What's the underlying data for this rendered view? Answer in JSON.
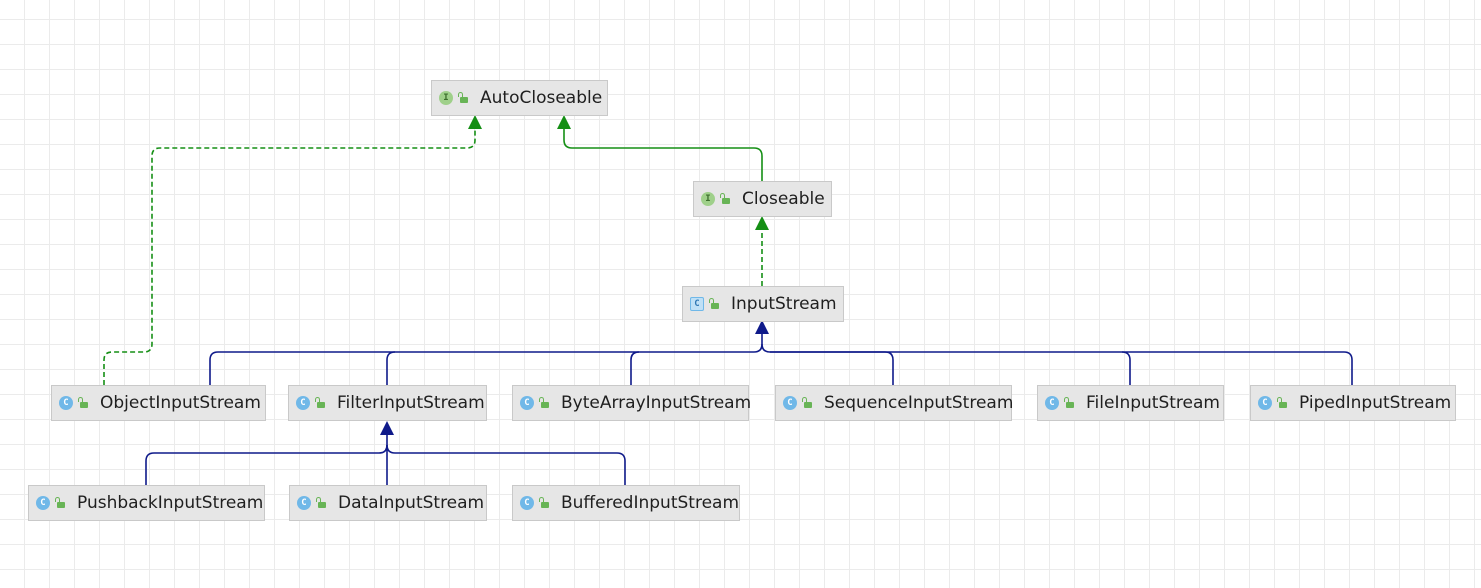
{
  "diagram": {
    "nodes": {
      "autocloseable": {
        "label": "AutoCloseable",
        "kind": "interface",
        "kind_glyph": "I",
        "visibility_icon": "unlock-icon"
      },
      "closeable": {
        "label": "Closeable",
        "kind": "interface",
        "kind_glyph": "I",
        "visibility_icon": "unlock-icon"
      },
      "inputstream": {
        "label": "InputStream",
        "kind": "abstract-class",
        "kind_glyph": "C",
        "visibility_icon": "unlock-icon"
      },
      "objectinputstream": {
        "label": "ObjectInputStream",
        "kind": "class",
        "kind_glyph": "C",
        "visibility_icon": "unlock-icon"
      },
      "filterinputstream": {
        "label": "FilterInputStream",
        "kind": "class",
        "kind_glyph": "C",
        "visibility_icon": "unlock-icon"
      },
      "bytearrayinputstream": {
        "label": "ByteArrayInputStream",
        "kind": "class",
        "kind_glyph": "C",
        "visibility_icon": "unlock-icon"
      },
      "sequenceinputstream": {
        "label": "SequenceInputStream",
        "kind": "class",
        "kind_glyph": "C",
        "visibility_icon": "unlock-icon"
      },
      "fileinputstream": {
        "label": "FileInputStream",
        "kind": "class",
        "kind_glyph": "C",
        "visibility_icon": "unlock-icon"
      },
      "pipedinputstream": {
        "label": "PipedInputStream",
        "kind": "class",
        "kind_glyph": "C",
        "visibility_icon": "unlock-icon"
      },
      "pushbackinputstream": {
        "label": "PushbackInputStream",
        "kind": "class",
        "kind_glyph": "C",
        "visibility_icon": "unlock-icon"
      },
      "datainputstream": {
        "label": "DataInputStream",
        "kind": "class",
        "kind_glyph": "C",
        "visibility_icon": "unlock-icon"
      },
      "bufferedinputstream": {
        "label": "BufferedInputStream",
        "kind": "class",
        "kind_glyph": "C",
        "visibility_icon": "unlock-icon"
      }
    },
    "edges": [
      {
        "from": "closeable",
        "to": "autocloseable",
        "relation": "extends",
        "color": "#158f15"
      },
      {
        "from": "inputstream",
        "to": "closeable",
        "relation": "implements",
        "color": "#158f15"
      },
      {
        "from": "objectinputstream",
        "to": "autocloseable",
        "relation": "implements",
        "color": "#158f15"
      },
      {
        "from": "objectinputstream",
        "to": "inputstream",
        "relation": "extends",
        "color": "#0f1a8a"
      },
      {
        "from": "filterinputstream",
        "to": "inputstream",
        "relation": "extends",
        "color": "#0f1a8a"
      },
      {
        "from": "bytearrayinputstream",
        "to": "inputstream",
        "relation": "extends",
        "color": "#0f1a8a"
      },
      {
        "from": "sequenceinputstream",
        "to": "inputstream",
        "relation": "extends",
        "color": "#0f1a8a"
      },
      {
        "from": "fileinputstream",
        "to": "inputstream",
        "relation": "extends",
        "color": "#0f1a8a"
      },
      {
        "from": "pipedinputstream",
        "to": "inputstream",
        "relation": "extends",
        "color": "#0f1a8a"
      },
      {
        "from": "pushbackinputstream",
        "to": "filterinputstream",
        "relation": "extends",
        "color": "#0f1a8a"
      },
      {
        "from": "datainputstream",
        "to": "filterinputstream",
        "relation": "extends",
        "color": "#0f1a8a"
      },
      {
        "from": "bufferedinputstream",
        "to": "filterinputstream",
        "relation": "extends",
        "color": "#0f1a8a"
      }
    ],
    "colors": {
      "implements": "#158f15",
      "extends_interface": "#158f15",
      "extends_class": "#0f1a8a",
      "node_fill": "#e6e6e6",
      "interface_badge": "#9fd08a",
      "class_badge": "#70b8e8",
      "unlock_icon": "#68b456"
    }
  }
}
